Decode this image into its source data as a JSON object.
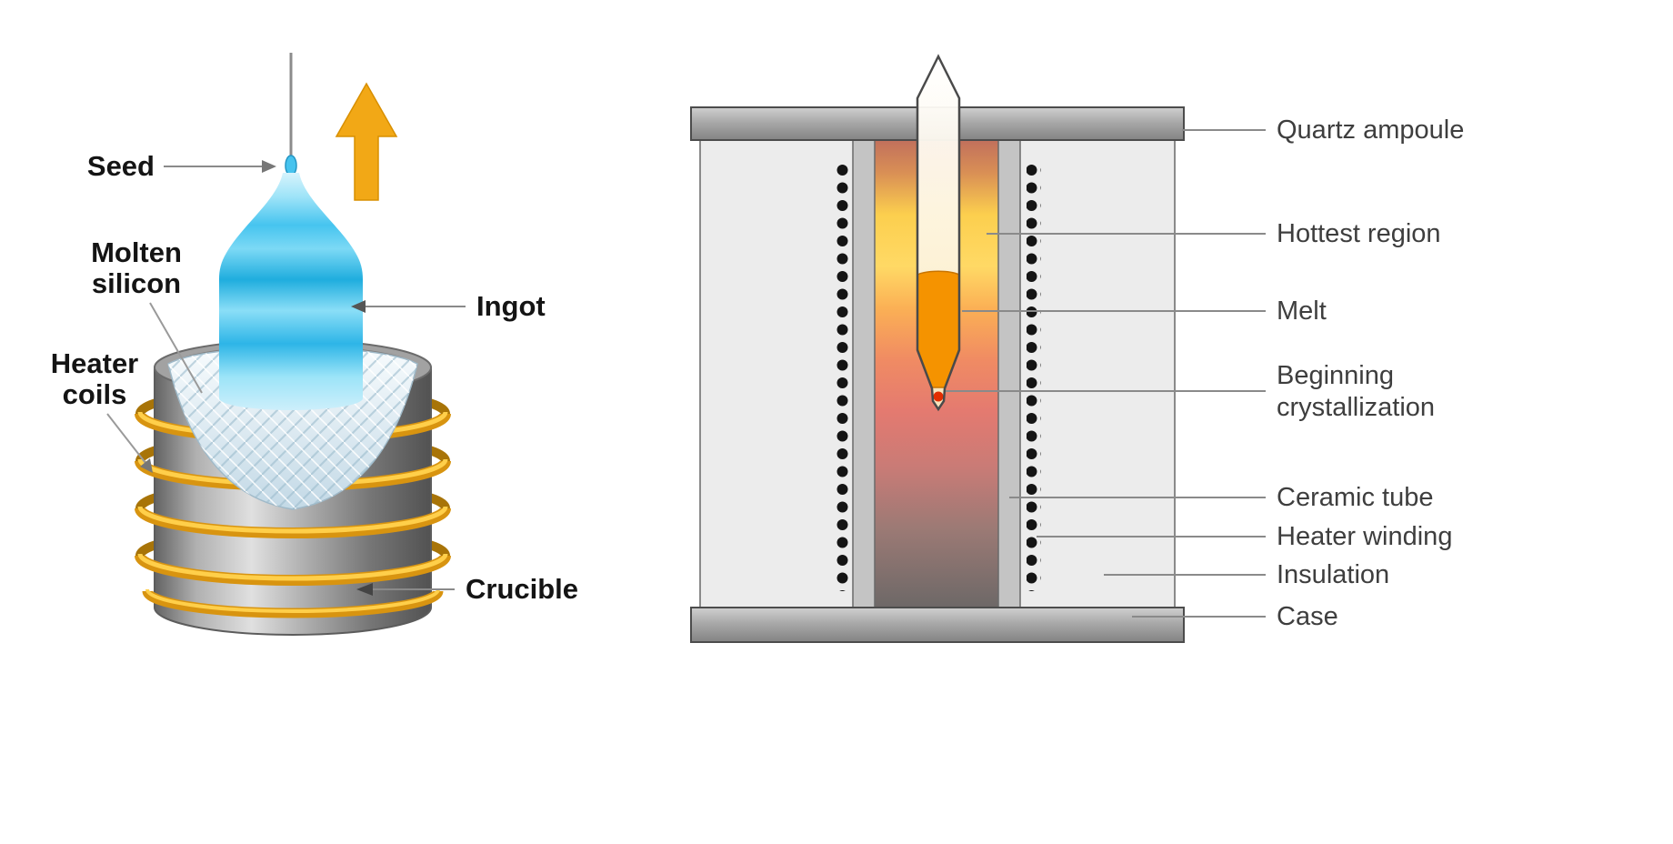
{
  "background": "#ffffff",
  "colors": {
    "ingot_blue": "#35b9ea",
    "pull_arrow_yellow": "#f2a816",
    "coil_gold_base": "#d89410",
    "coil_gold_highlight": "#ffcf4a",
    "coil_gold_back": "#a87408",
    "crucible_gray": "#9a9a9a",
    "leader_gray": "#8a8a8a",
    "label_black": "#141414",
    "label_gray": "#3e3e3e",
    "melt_orange": "#f59300",
    "crystal_red": "#e22d00",
    "hottest_yellow": "#ffd24f",
    "case_gray": "#a0a0a0",
    "insulation_gray": "#ececec",
    "heater_dot_black": "#151515"
  },
  "czochralski": {
    "labels": {
      "seed": "Seed",
      "molten_1": "Molten",
      "molten_2": "silicon",
      "heater_1": "Heater",
      "heater_2": "coils",
      "ingot": "Ingot",
      "crucible": "Crucible"
    }
  },
  "bridgman": {
    "labels": {
      "quartz_ampoule": "Quartz ampoule",
      "hottest_region": "Hottest region",
      "melt": "Melt",
      "begin_1": "Beginning",
      "begin_2": "crystallization",
      "ceramic_tube": "Ceramic tube",
      "heater_winding": "Heater winding",
      "insulation": "Insulation",
      "case": "Case"
    }
  }
}
